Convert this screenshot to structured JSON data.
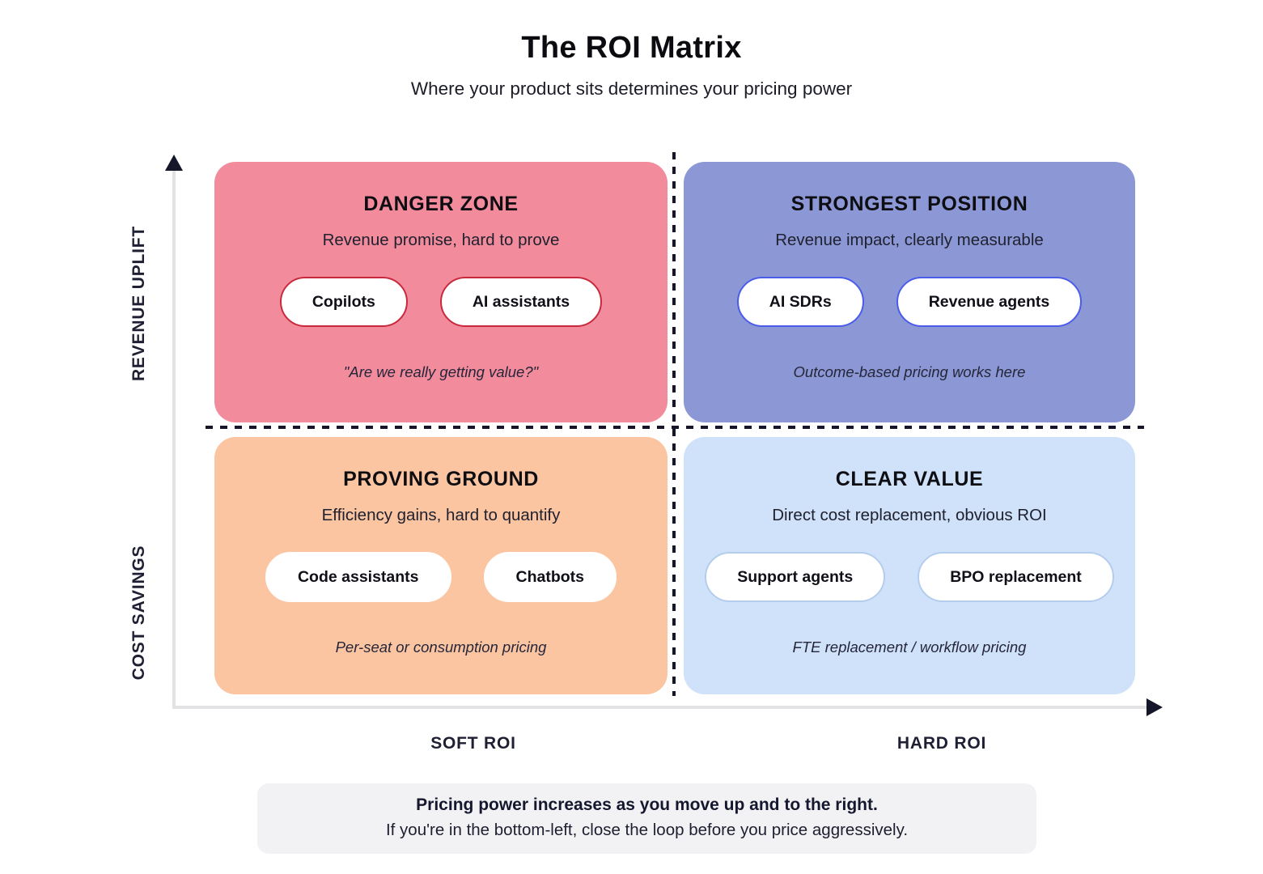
{
  "header": {
    "title": "The ROI Matrix",
    "subtitle": "Where your product sits determines your pricing power"
  },
  "axes": {
    "y_top_label": "REVENUE UPLIFT",
    "y_bottom_label": "COST SAVINGS",
    "x_left_label": "SOFT ROI",
    "x_right_label": "HARD ROI",
    "line_color": "#e3e3e5",
    "arrow_color": "#15162a"
  },
  "quadrants": [
    {
      "id": "danger-zone",
      "title": "DANGER ZONE",
      "subtitle": "Revenue promise, hard to prove",
      "pills": [
        "Copilots",
        "AI assistants"
      ],
      "note": "\"Are we really getting value?\"",
      "bg": "#F28C9C",
      "pill_border": "#C9293D"
    },
    {
      "id": "strongest-position",
      "title": "STRONGEST POSITION",
      "subtitle": "Revenue impact, clearly measurable",
      "pills": [
        "AI SDRs",
        "Revenue agents"
      ],
      "note": "Outcome-based pricing works here",
      "bg": "#8C98D5",
      "pill_border": "#4A5CE8"
    },
    {
      "id": "proving-ground",
      "title": "PROVING GROUND",
      "subtitle": "Efficiency gains, hard to quantify",
      "pills": [
        "Code assistants",
        "Chatbots"
      ],
      "note": "Per-seat or consumption pricing",
      "bg": "#FCC5A2",
      "pill_border": "#FFFFFF"
    },
    {
      "id": "clear-value",
      "title": "CLEAR VALUE",
      "subtitle": "Direct cost replacement, obvious ROI",
      "pills": [
        "Support agents",
        "BPO replacement"
      ],
      "note": "FTE replacement / workflow pricing",
      "bg": "#CFE2FA",
      "pill_border": "#B4CDEC"
    }
  ],
  "footer": {
    "line1": "Pricing power increases as you move up and to the right.",
    "line2": "If you're in the bottom-left, close the loop before you price aggressively."
  }
}
